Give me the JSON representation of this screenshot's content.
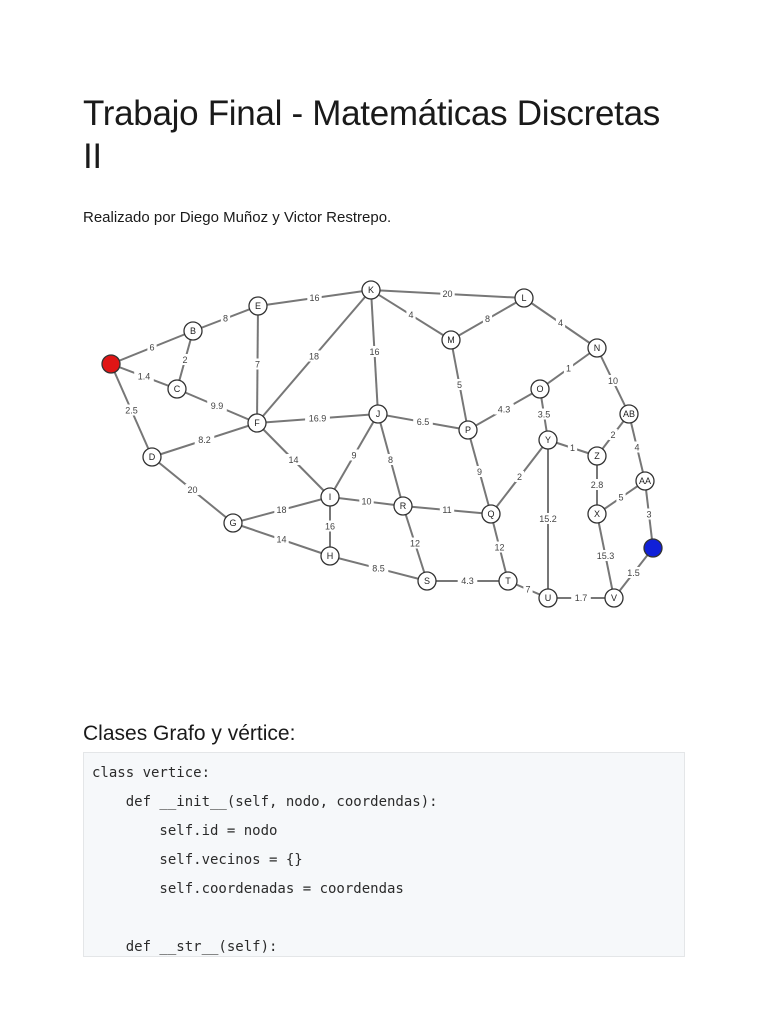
{
  "document": {
    "title": "Trabajo Final - Matemáticas Discretas II",
    "subtitle": "Realizado por Diego Muñoz y Victor Restrepo.",
    "section_heading": "Clases Grafo y vértice:"
  },
  "graph": {
    "colors": {
      "start": "#e01515",
      "end": "#1020d8",
      "node": "#ffffff",
      "edge": "#777777"
    },
    "nodes": [
      {
        "id": "S",
        "label": "",
        "color": "start"
      },
      {
        "id": "B",
        "label": "B"
      },
      {
        "id": "C",
        "label": "C"
      },
      {
        "id": "D",
        "label": "D"
      },
      {
        "id": "E",
        "label": "E"
      },
      {
        "id": "F",
        "label": "F"
      },
      {
        "id": "G",
        "label": "G"
      },
      {
        "id": "H",
        "label": "H"
      },
      {
        "id": "I",
        "label": "I"
      },
      {
        "id": "J",
        "label": "J"
      },
      {
        "id": "K",
        "label": "K"
      },
      {
        "id": "L",
        "label": "L"
      },
      {
        "id": "M",
        "label": "M"
      },
      {
        "id": "N",
        "label": "N"
      },
      {
        "id": "O",
        "label": "O"
      },
      {
        "id": "P",
        "label": "P"
      },
      {
        "id": "Q",
        "label": "Q"
      },
      {
        "id": "R",
        "label": "R"
      },
      {
        "id": "Ss",
        "label": "S"
      },
      {
        "id": "T",
        "label": "T"
      },
      {
        "id": "U",
        "label": "U"
      },
      {
        "id": "V",
        "label": "V"
      },
      {
        "id": "X",
        "label": "X"
      },
      {
        "id": "Y",
        "label": "Y"
      },
      {
        "id": "Z",
        "label": "Z"
      },
      {
        "id": "AA",
        "label": "AA"
      },
      {
        "id": "AB",
        "label": "AB"
      },
      {
        "id": "END",
        "label": "",
        "color": "end"
      }
    ],
    "edges": [
      {
        "from": "S",
        "to": "B",
        "weight": "6"
      },
      {
        "from": "S",
        "to": "C",
        "weight": "1.4"
      },
      {
        "from": "S",
        "to": "D",
        "weight": "2.5"
      },
      {
        "from": "B",
        "to": "E",
        "weight": "8"
      },
      {
        "from": "B",
        "to": "C",
        "weight": "2"
      },
      {
        "from": "C",
        "to": "F",
        "weight": "9.9"
      },
      {
        "from": "E",
        "to": "K",
        "weight": "16"
      },
      {
        "from": "E",
        "to": "F",
        "weight": "7"
      },
      {
        "from": "D",
        "to": "F",
        "weight": "8.2"
      },
      {
        "from": "D",
        "to": "G",
        "weight": "20"
      },
      {
        "from": "K",
        "to": "L",
        "weight": "20"
      },
      {
        "from": "K",
        "to": "M",
        "weight": "4"
      },
      {
        "from": "K",
        "to": "F",
        "weight": "18"
      },
      {
        "from": "K",
        "to": "J",
        "weight": "16"
      },
      {
        "from": "M",
        "to": "L",
        "weight": "8"
      },
      {
        "from": "L",
        "to": "N",
        "weight": "4"
      },
      {
        "from": "M",
        "to": "P",
        "weight": "5"
      },
      {
        "from": "F",
        "to": "J",
        "weight": "16.9"
      },
      {
        "from": "F",
        "to": "I",
        "weight": "14"
      },
      {
        "from": "J",
        "to": "P",
        "weight": "6.5"
      },
      {
        "from": "J",
        "to": "I",
        "weight": "9"
      },
      {
        "from": "J",
        "to": "R",
        "weight": "8"
      },
      {
        "from": "N",
        "to": "O",
        "weight": "1"
      },
      {
        "from": "N",
        "to": "AB",
        "weight": "10"
      },
      {
        "from": "O",
        "to": "P",
        "weight": "4.3"
      },
      {
        "from": "O",
        "to": "Y",
        "weight": "3.5"
      },
      {
        "from": "P",
        "to": "Q",
        "weight": "9"
      },
      {
        "from": "Y",
        "to": "Q",
        "weight": "2"
      },
      {
        "from": "Y",
        "to": "Z",
        "weight": "1"
      },
      {
        "from": "Y",
        "to": "U",
        "weight": "15.2"
      },
      {
        "from": "AB",
        "to": "Z",
        "weight": "2"
      },
      {
        "from": "AB",
        "to": "AA",
        "weight": "4"
      },
      {
        "from": "Z",
        "to": "X",
        "weight": "2.8"
      },
      {
        "from": "AA",
        "to": "X",
        "weight": "5"
      },
      {
        "from": "AA",
        "to": "END",
        "weight": "3"
      },
      {
        "from": "X",
        "to": "V",
        "weight": "15.3"
      },
      {
        "from": "END",
        "to": "V",
        "weight": "1.5"
      },
      {
        "from": "G",
        "to": "I",
        "weight": "18"
      },
      {
        "from": "G",
        "to": "H",
        "weight": "14"
      },
      {
        "from": "I",
        "to": "R",
        "weight": "10"
      },
      {
        "from": "I",
        "to": "H",
        "weight": "16"
      },
      {
        "from": "R",
        "to": "Q",
        "weight": "11"
      },
      {
        "from": "R",
        "to": "Ss",
        "weight": "12"
      },
      {
        "from": "H",
        "to": "Ss",
        "weight": "8.5"
      },
      {
        "from": "Ss",
        "to": "T",
        "weight": "4.3"
      },
      {
        "from": "Q",
        "to": "T",
        "weight": "12"
      },
      {
        "from": "T",
        "to": "U",
        "weight": "7"
      },
      {
        "from": "U",
        "to": "V",
        "weight": "1.7"
      }
    ]
  },
  "code": {
    "lines": [
      "class vertice:",
      "    def __init__(self, nodo, coordendas):",
      "        self.id = nodo",
      "        self.vecinos = {}",
      "        self.coordenadas = coordendas",
      "",
      "    def __str__(self):"
    ]
  }
}
